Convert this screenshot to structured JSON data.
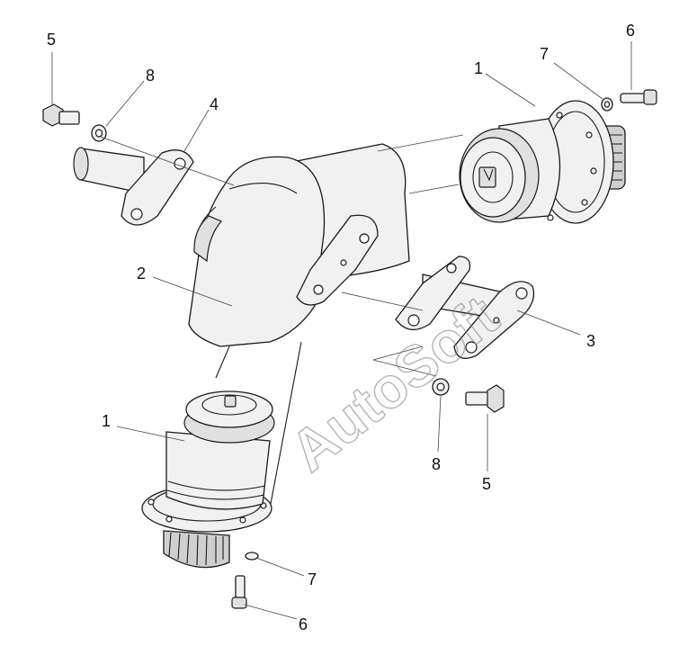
{
  "watermark": "AutoSoft",
  "callouts": [
    {
      "id": "c5-top",
      "label": "5"
    },
    {
      "id": "c8-top",
      "label": "8"
    },
    {
      "id": "c4",
      "label": "4"
    },
    {
      "id": "c1-top",
      "label": "1"
    },
    {
      "id": "c7-top",
      "label": "7"
    },
    {
      "id": "c6-top",
      "label": "6"
    },
    {
      "id": "c2",
      "label": "2"
    },
    {
      "id": "c3",
      "label": "3"
    },
    {
      "id": "c1-bottom",
      "label": "1"
    },
    {
      "id": "c8-bottom",
      "label": "8"
    },
    {
      "id": "c5-bottom",
      "label": "5"
    },
    {
      "id": "c7-bottom",
      "label": "7"
    },
    {
      "id": "c6-bottom",
      "label": "6"
    }
  ]
}
